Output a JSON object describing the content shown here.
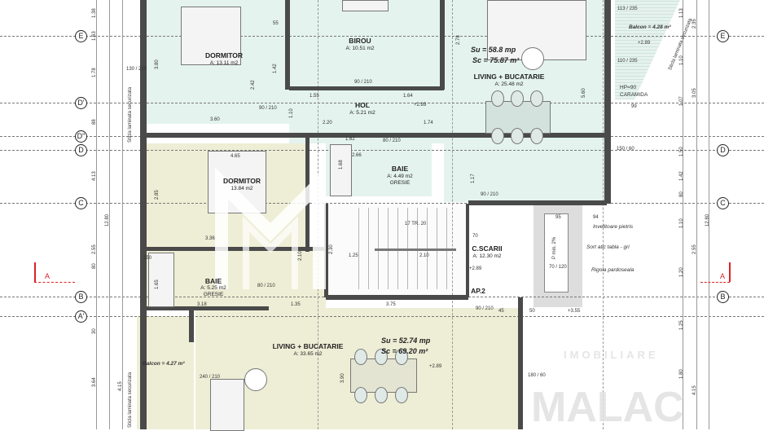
{
  "axes": {
    "E": "E",
    "D_prime": "D'",
    "D_double_prime": "D\"",
    "D": "D",
    "C": "C",
    "B": "B",
    "A_prime": "A'"
  },
  "section_marker": "A",
  "rooms": {
    "dormitor1": {
      "name": "DORMITOR",
      "area": "A: 13.11 m2"
    },
    "birou": {
      "name": "BIROU",
      "area": "A: 10.51 m2"
    },
    "hol": {
      "name": "HOL",
      "area": "A: 5.21 m2"
    },
    "baie1": {
      "name": "BAIE",
      "area": "A: 4.49 m2",
      "finish": "GRESIE"
    },
    "living1": {
      "name": "LIVING + BUCATARIE",
      "area": "A: 25.48 m2"
    },
    "dormitor2": {
      "name": "DORMITOR",
      "area": "13.84 m2"
    },
    "baie2": {
      "name": "BAIE",
      "area": "A: 5.25 m2",
      "finish": "GRESIE"
    },
    "scara": {
      "name": "C.SCARII",
      "area": "A: 12.30 m2"
    },
    "living2": {
      "name": "LIVING + BUCATARIE",
      "area": "A: 33.65 m2"
    }
  },
  "apartment1": {
    "su": "Su = 58.8 mp",
    "sc": "Sc = 75.87 m²"
  },
  "apartment2": {
    "su": "Su = 52.74 mp",
    "sc": "Sc = 69.20 m²",
    "label": "AP.2"
  },
  "balcony_top": {
    "label": "Balcon = 4.28 m²",
    "parapet": "HP=90",
    "material": "CARAMIDA",
    "glass": "Sticla laminata securizata"
  },
  "balcony_bottom": {
    "label": "Balcon = 4.27 m²",
    "glass": "Sticla laminata securizata"
  },
  "left_glass": "Sticla laminata securizata",
  "notes": {
    "roof": "Invelitoare pietris",
    "flashing": "Sort atic tabla - gri",
    "gutter": "Rigola pardoseala",
    "slope": "P min. 2%"
  },
  "levels": {
    "l1": "+2.89",
    "l2": "+2.89",
    "l3": "+2.89",
    "l4": "+2.89",
    "l5": "+3.55"
  },
  "stairs": {
    "label": "17 TR. 20"
  },
  "dims": {
    "d1": "3.60",
    "d2": "1.55",
    "d3": "1.64",
    "d4": "2.20",
    "d5": "1.74",
    "d6": "4.65",
    "d7": "2.66",
    "d8": "3.36",
    "d9": "3.18",
    "d10": "1.35",
    "d11": "3.75",
    "d12": "1.25",
    "d13": "2.10",
    "d14": "99",
    "d15": "55",
    "d16": "1.62",
    "d17": "70",
    "d18": "95",
    "d19": "94",
    "d20": "45",
    "d21": "50"
  },
  "vdims": {
    "left": [
      "1.38",
      "1.63",
      "1.78",
      "88",
      "4.13",
      "2.85",
      "2.55",
      "80",
      "1.65",
      "30",
      "3.64",
      "12.80",
      "4.15"
    ],
    "right": [
      "1.13",
      "2.35",
      "1.10",
      "3.05",
      "1.07",
      "1.50",
      "1.42",
      "80",
      "1.10",
      "2.55",
      "1.20",
      "12.80",
      "1.25",
      "1.80",
      "4.15"
    ],
    "inner": [
      "3.80",
      "2.42",
      "1.42",
      "1.10",
      "2.78",
      "5.60",
      "1.68",
      "1.17",
      "2.30",
      "2.10",
      "3.90"
    ]
  },
  "openings": {
    "door_hol": "90 / 210",
    "door_birou": "90 / 210",
    "door_baie": "80 / 210",
    "door_living": "90 / 210",
    "door_baie2": "80 / 210",
    "door_ap2": "90 / 210",
    "win1": "113 / 235",
    "win2": "110 / 235",
    "win3": "150 / 60",
    "win4": "130 / 210",
    "win5": "240 / 210",
    "win6": "180 / 60",
    "win7": "70 / 120",
    "win8": "150"
  },
  "watermark": {
    "brand": "MALAC",
    "sub": "IMOBILIARE"
  }
}
